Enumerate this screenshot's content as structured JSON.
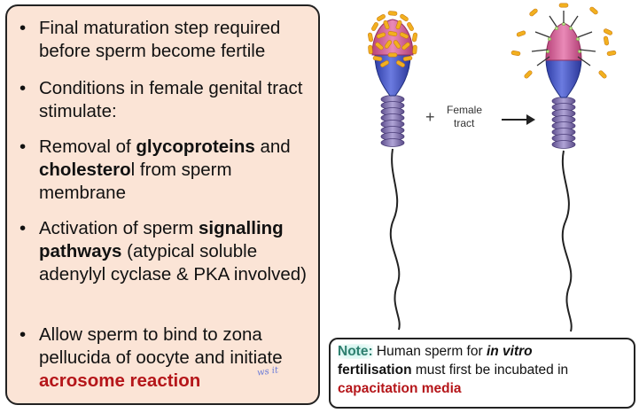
{
  "bullets": [
    {
      "parts": [
        {
          "text": "Final maturation step required before sperm become fertile",
          "style": "normal"
        }
      ]
    },
    {
      "parts": [
        {
          "text": "Conditions in female genital tract stimulate:",
          "style": "normal"
        }
      ]
    },
    {
      "parts": [
        {
          "text": "Removal of ",
          "style": "normal"
        },
        {
          "text": "glycoproteins",
          "style": "bold"
        },
        {
          "text": " and ",
          "style": "normal"
        },
        {
          "text": "cholestero",
          "style": "bold"
        },
        {
          "text": "l from sperm membrane",
          "style": "normal"
        }
      ]
    },
    {
      "parts": [
        {
          "text": "Activation of sperm ",
          "style": "normal"
        },
        {
          "text": "signalling pathways",
          "style": "bold"
        },
        {
          "text": " (atypical soluble adenylyl cyclase & PKA involved)",
          "style": "normal"
        }
      ]
    },
    {
      "parts": [
        {
          "text": "Allow sperm to bind to zona pellucida of oocyte and initiate ",
          "style": "normal"
        },
        {
          "text": "acrosome reaction",
          "style": "red"
        }
      ]
    }
  ],
  "handwriting": "ws it",
  "diagram": {
    "plus": "+",
    "female_tract_line1": "Female",
    "female_tract_line2": "tract"
  },
  "note": {
    "label": "Note:",
    "text1": " Human sperm for ",
    "italic_bold": "in vitro",
    "bold_word": "fertilisation",
    "text2": " must first be incubated in ",
    "red_text": "capacitation media"
  },
  "colors": {
    "box_fill": "#fbe4d6",
    "highlight_red": "#b5161a",
    "head_blue": "#4a59c9",
    "acrosome_pink": "#d9669a",
    "glycoprotein_orange": "#f2b01f",
    "midpiece_purple": "#8a7ab4",
    "note_label_teal": "#2f7f6f"
  }
}
